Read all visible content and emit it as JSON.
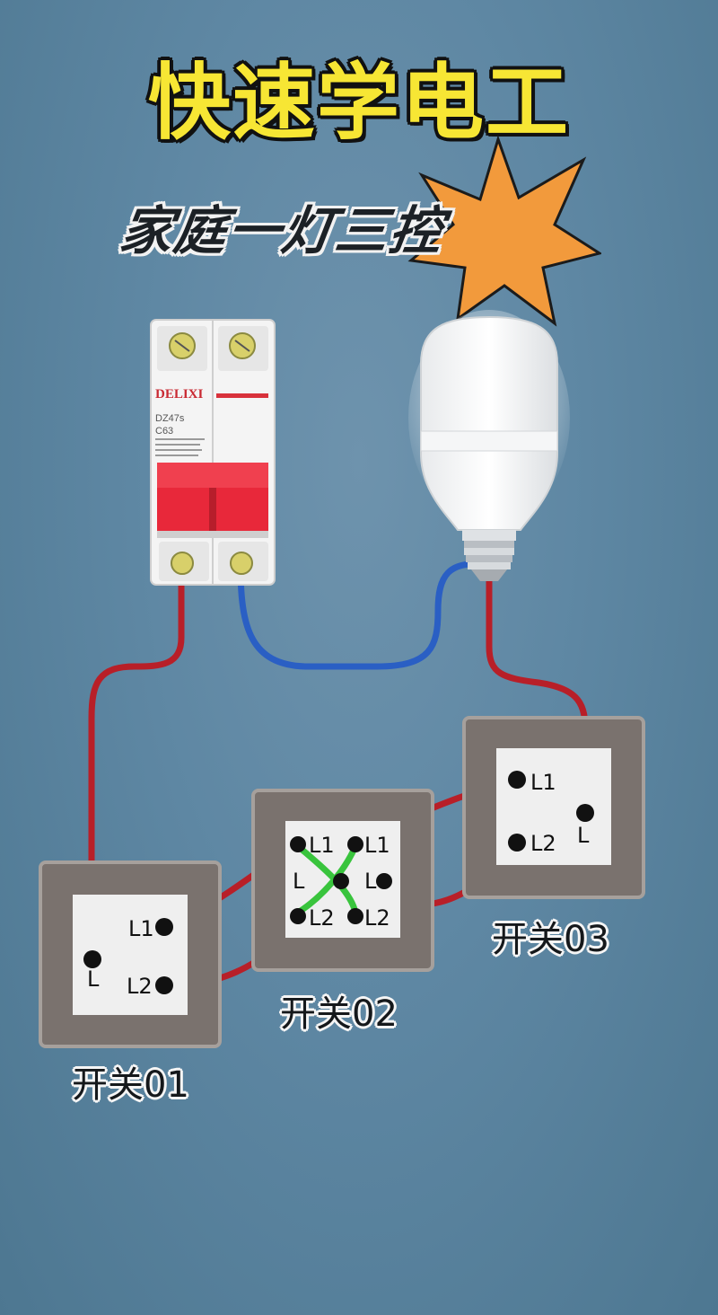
{
  "title": "快速学电工",
  "subtitle": "家庭一灯三控",
  "breaker": {
    "brand": "DELIXI",
    "model": "DZ47s",
    "rating": "C63"
  },
  "switches": [
    {
      "label": "开关01",
      "terminals": [
        "L1",
        "L",
        "L2"
      ]
    },
    {
      "label": "开关02",
      "terminals": [
        "L1",
        "L1",
        "L",
        "L",
        "L2",
        "L2"
      ]
    },
    {
      "label": "开关03",
      "terminals": [
        "L1",
        "L",
        "L2"
      ]
    }
  ],
  "colors": {
    "background": "#5e87a3",
    "title_yellow": "#f7e634",
    "star_orange": "#f29a3c",
    "live_wire": "#c0262d",
    "neutral_wire": "#2a5fc4",
    "cross_wire": "#39c43d",
    "breaker_handle": "#e8283a"
  },
  "icons": [
    "star-burst-icon",
    "light-bulb-icon",
    "circuit-breaker-icon"
  ]
}
